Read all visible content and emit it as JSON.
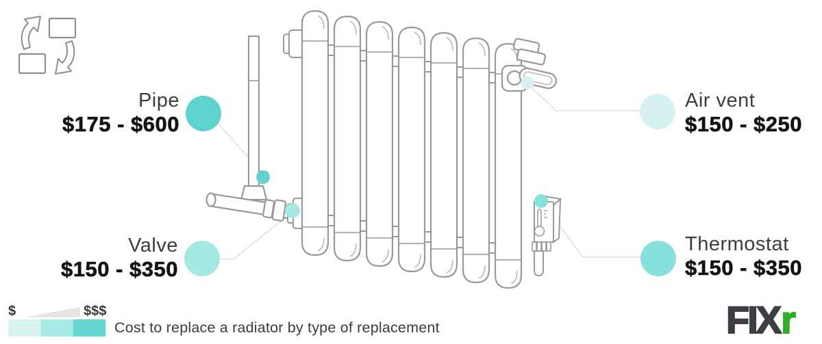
{
  "caption": "Cost to replace a radiator by type of replacement",
  "callouts": {
    "pipe": {
      "label": "Pipe",
      "price": "$175 - $600",
      "min": 175,
      "max": 600
    },
    "valve": {
      "label": "Valve",
      "price": "$150 - $350",
      "min": 150,
      "max": 350
    },
    "air_vent": {
      "label": "Air vent",
      "price": "$150 - $250",
      "min": 150,
      "max": 250
    },
    "thermostat": {
      "label": "Thermostat",
      "price": "$150 - $350",
      "min": 150,
      "max": 350
    }
  },
  "legend": {
    "min_symbol": "$",
    "max_symbol": "$$$",
    "scale_colors": [
      "#d9f3f1",
      "#a7e9e5",
      "#65d6d1"
    ]
  },
  "marker_colors": {
    "pipe": "#5dd2ce",
    "valve": "#a6e8e4",
    "air_vent": "#d5f2f0",
    "thermostat": "#87e0dc"
  },
  "logo": {
    "main": "FIX",
    "accent": "r",
    "accent_color": "#2fae27",
    "text_color": "#3b3e42"
  }
}
